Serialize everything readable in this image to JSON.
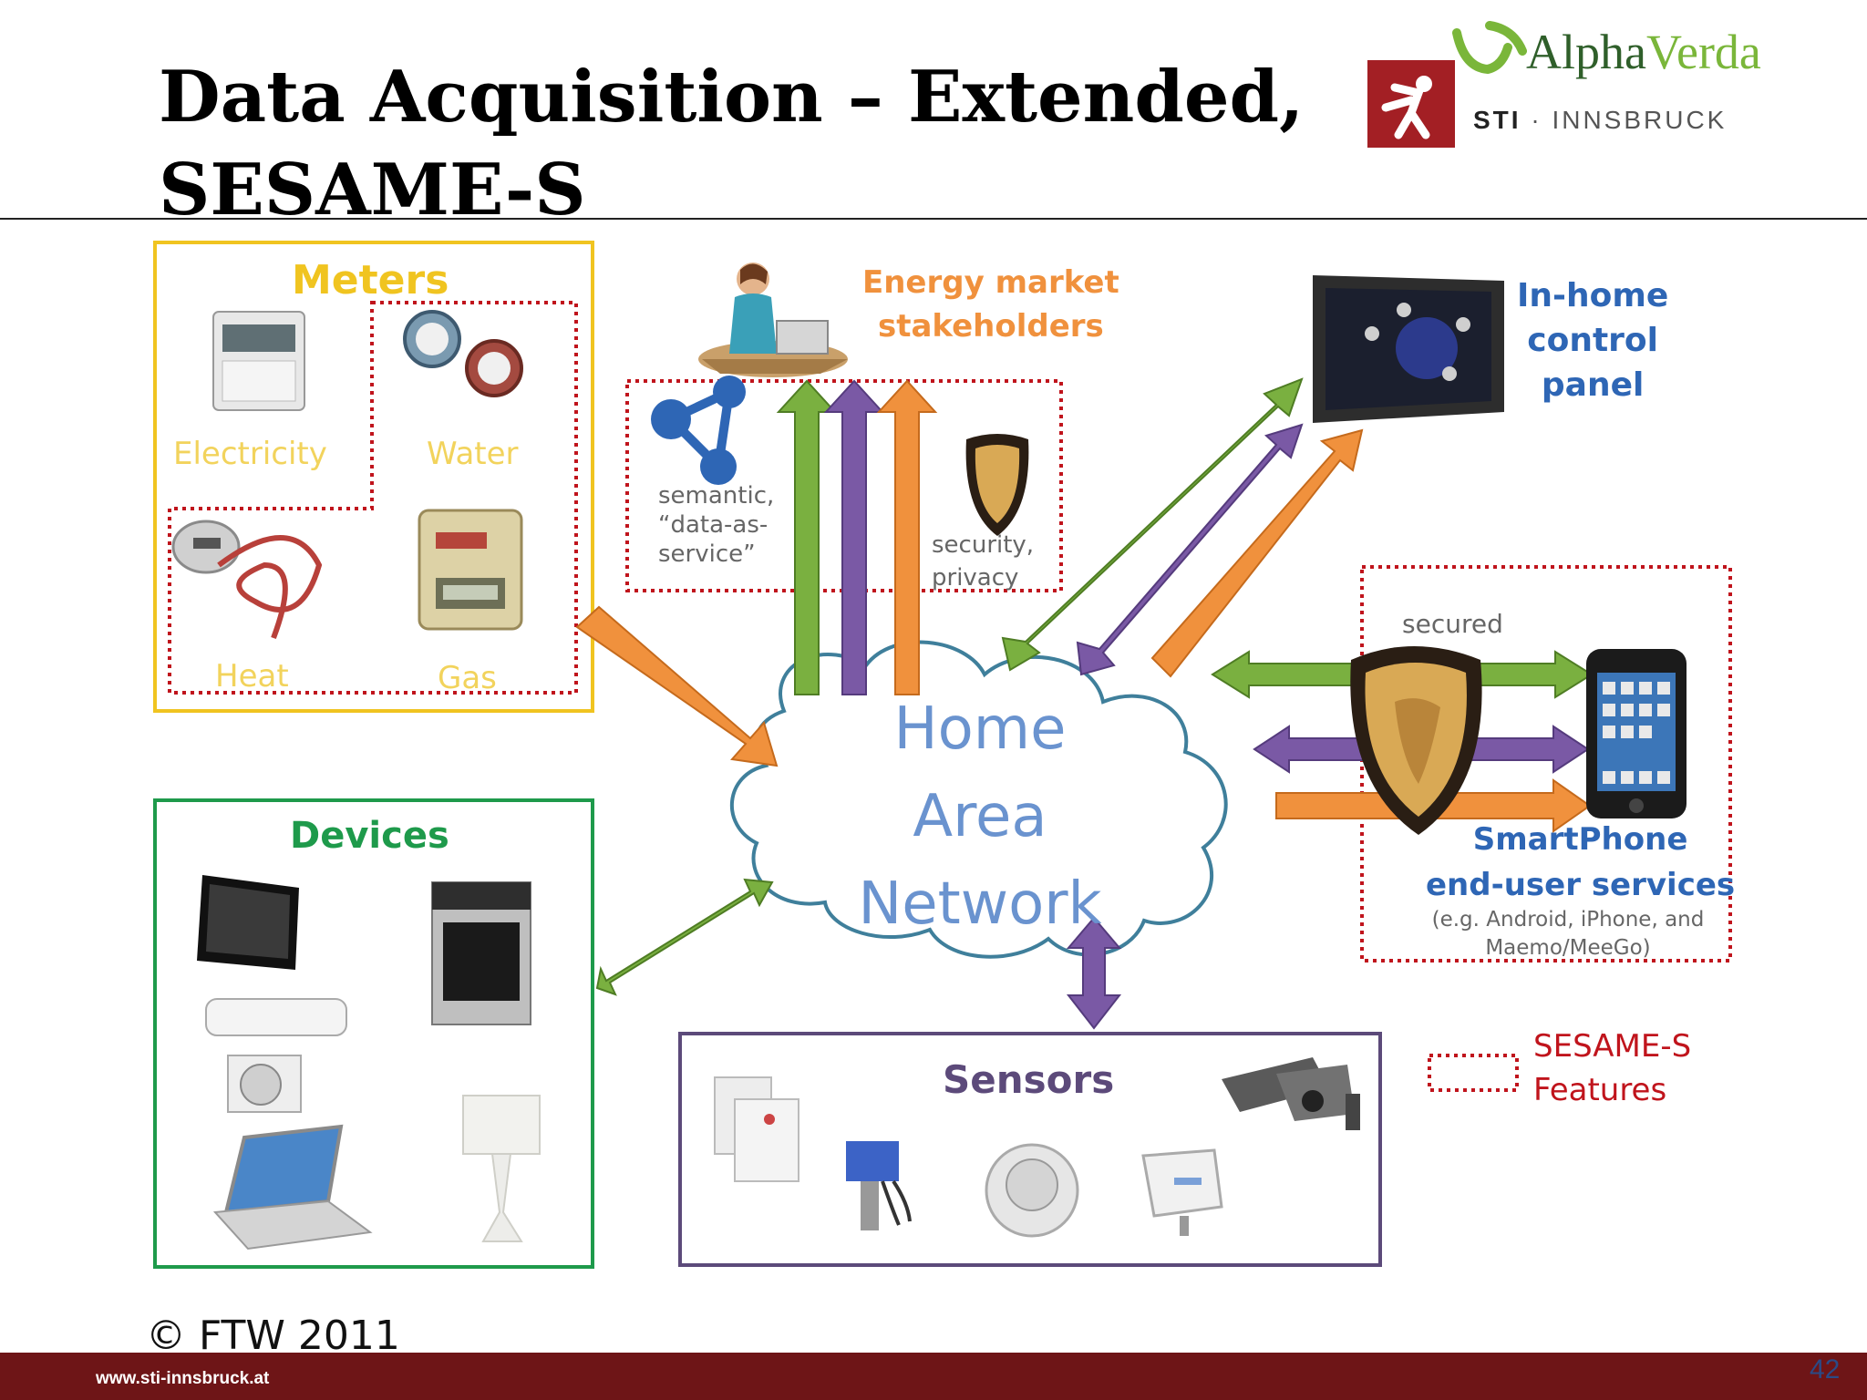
{
  "slide": {
    "title_line1": "Data Acquisition – Extended,",
    "title_line2": "SESAME-S",
    "copyright": "© FTW 2011",
    "footer_url": "www.sti-innsbruck.at",
    "page_number": "42"
  },
  "logos": {
    "alphaverda_part1": "Alpha",
    "alphaverda_part2": "Verda",
    "sti_part1": "STI",
    "sti_part2": " · INNSBRUCK"
  },
  "diagram": {
    "meters": {
      "title": "Meters",
      "electricity": "Electricity",
      "water": "Water",
      "heat": "Heat",
      "gas": "Gas"
    },
    "energy_market": {
      "line1": "Energy market",
      "line2": "stakeholders"
    },
    "semantic": {
      "line1": "semantic,",
      "line2": "“data-as-",
      "line3": "service”"
    },
    "security": {
      "line1": "security,",
      "line2": "privacy"
    },
    "in_home": {
      "line1": "In-home",
      "line2": "control",
      "line3": "panel"
    },
    "secured": "secured",
    "smartphone": {
      "line1": "SmartPhone",
      "line2": "end-user services",
      "line3": "(e.g. Android, iPhone, and",
      "line4": "Maemo/MeeGo)"
    },
    "han": {
      "line1": "Home",
      "line2": "Area",
      "line3": "Network"
    },
    "devices": {
      "title": "Devices"
    },
    "sensors": {
      "title": "Sensors"
    },
    "legend": {
      "line1": "SESAME-S",
      "line2": "Features"
    }
  },
  "colors": {
    "green": "#7ab040",
    "purple": "#7a59a5",
    "orange": "#f0913d",
    "red_dots": "#c0141c",
    "cloud": "#3f7f9b",
    "han_text": "#6a93cf",
    "meters_frame": "#f0c420",
    "devices_frame": "#1e9a4b",
    "sensors_frame": "#5c4a7a",
    "footer": "#6e1517"
  }
}
